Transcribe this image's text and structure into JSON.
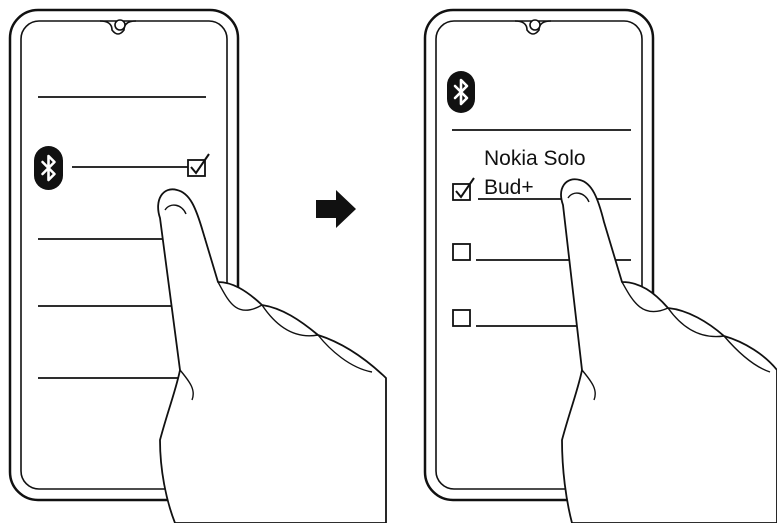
{
  "step_before": {
    "bluetooth_icon": "bluetooth-icon",
    "bluetooth_checked": true,
    "tap_target": "bluetooth-toggle"
  },
  "arrow_icon": "right-arrow-icon",
  "step_after": {
    "bluetooth_icon": "bluetooth-icon",
    "device_name_line1": "Nokia Solo",
    "device_name_line2": "Bud+",
    "devices": [
      {
        "checked": true
      },
      {
        "checked": false
      },
      {
        "checked": false
      }
    ]
  }
}
